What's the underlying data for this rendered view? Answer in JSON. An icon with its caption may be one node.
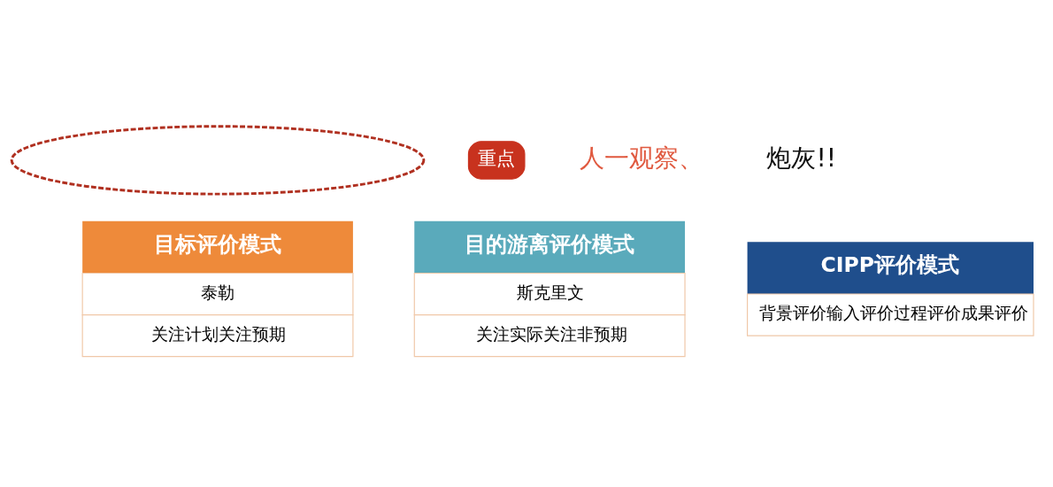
{
  "diagram": {
    "nodes": [
      {
        "text": [],
        "shape": "ellipse"
      },
      {
        "text": [
          "重点"
        ]
      },
      {
        "text": [
          "目标评价模式",
          "泰勒",
          "关注计划关注预期"
        ]
      },
      {
        "text": [
          "目的游离评价模式",
          "斯克里文",
          "关注实际关注非预期"
        ]
      },
      {
        "text": [
          "CIPP评价模式",
          "背景评价输入评价过程评价成果评价"
        ]
      }
    ],
    "edges": [],
    "labels": [
      "人一观察、",
      "炮灰!!"
    ]
  }
}
